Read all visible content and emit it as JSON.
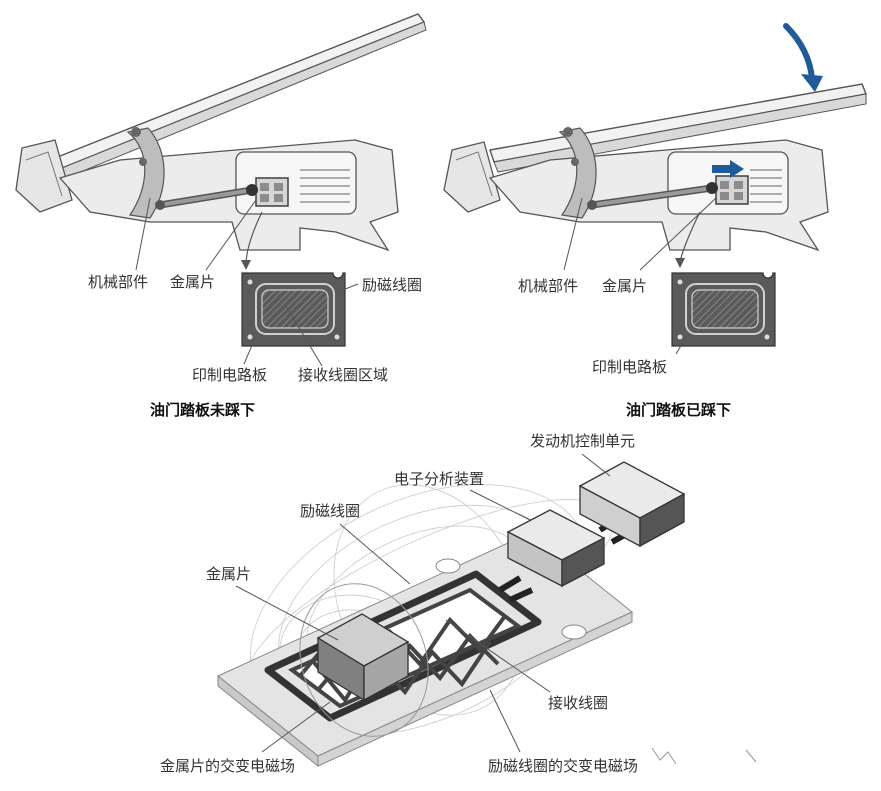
{
  "colors": {
    "line": "#555555",
    "housing": "#ececec",
    "part": "#b9b9b9",
    "dark": "#505050",
    "arrow": "#1f5a9a",
    "pcb": "#e8e8e8"
  },
  "top_left": {
    "labels": {
      "mechanical": "机械部件",
      "metal": "金属片",
      "excitation": "励磁线圈",
      "pcb": "印制电路板",
      "receiving_area": "接收线圈区域"
    },
    "caption": "油门踏板未踩下"
  },
  "top_right": {
    "labels": {
      "mechanical": "机械部件",
      "metal": "金属片",
      "pcb": "印制电路板"
    },
    "caption": "油门踏板已踩下"
  },
  "bottom": {
    "labels": {
      "ecu": "发动机控制单元",
      "analyzer": "电子分析装置",
      "excitation": "励磁线圈",
      "metal": "金属片",
      "receiving": "接收线圈",
      "metal_field": "金属片的交变电磁场",
      "coil_field": "励磁线圈的交变电磁场"
    }
  }
}
